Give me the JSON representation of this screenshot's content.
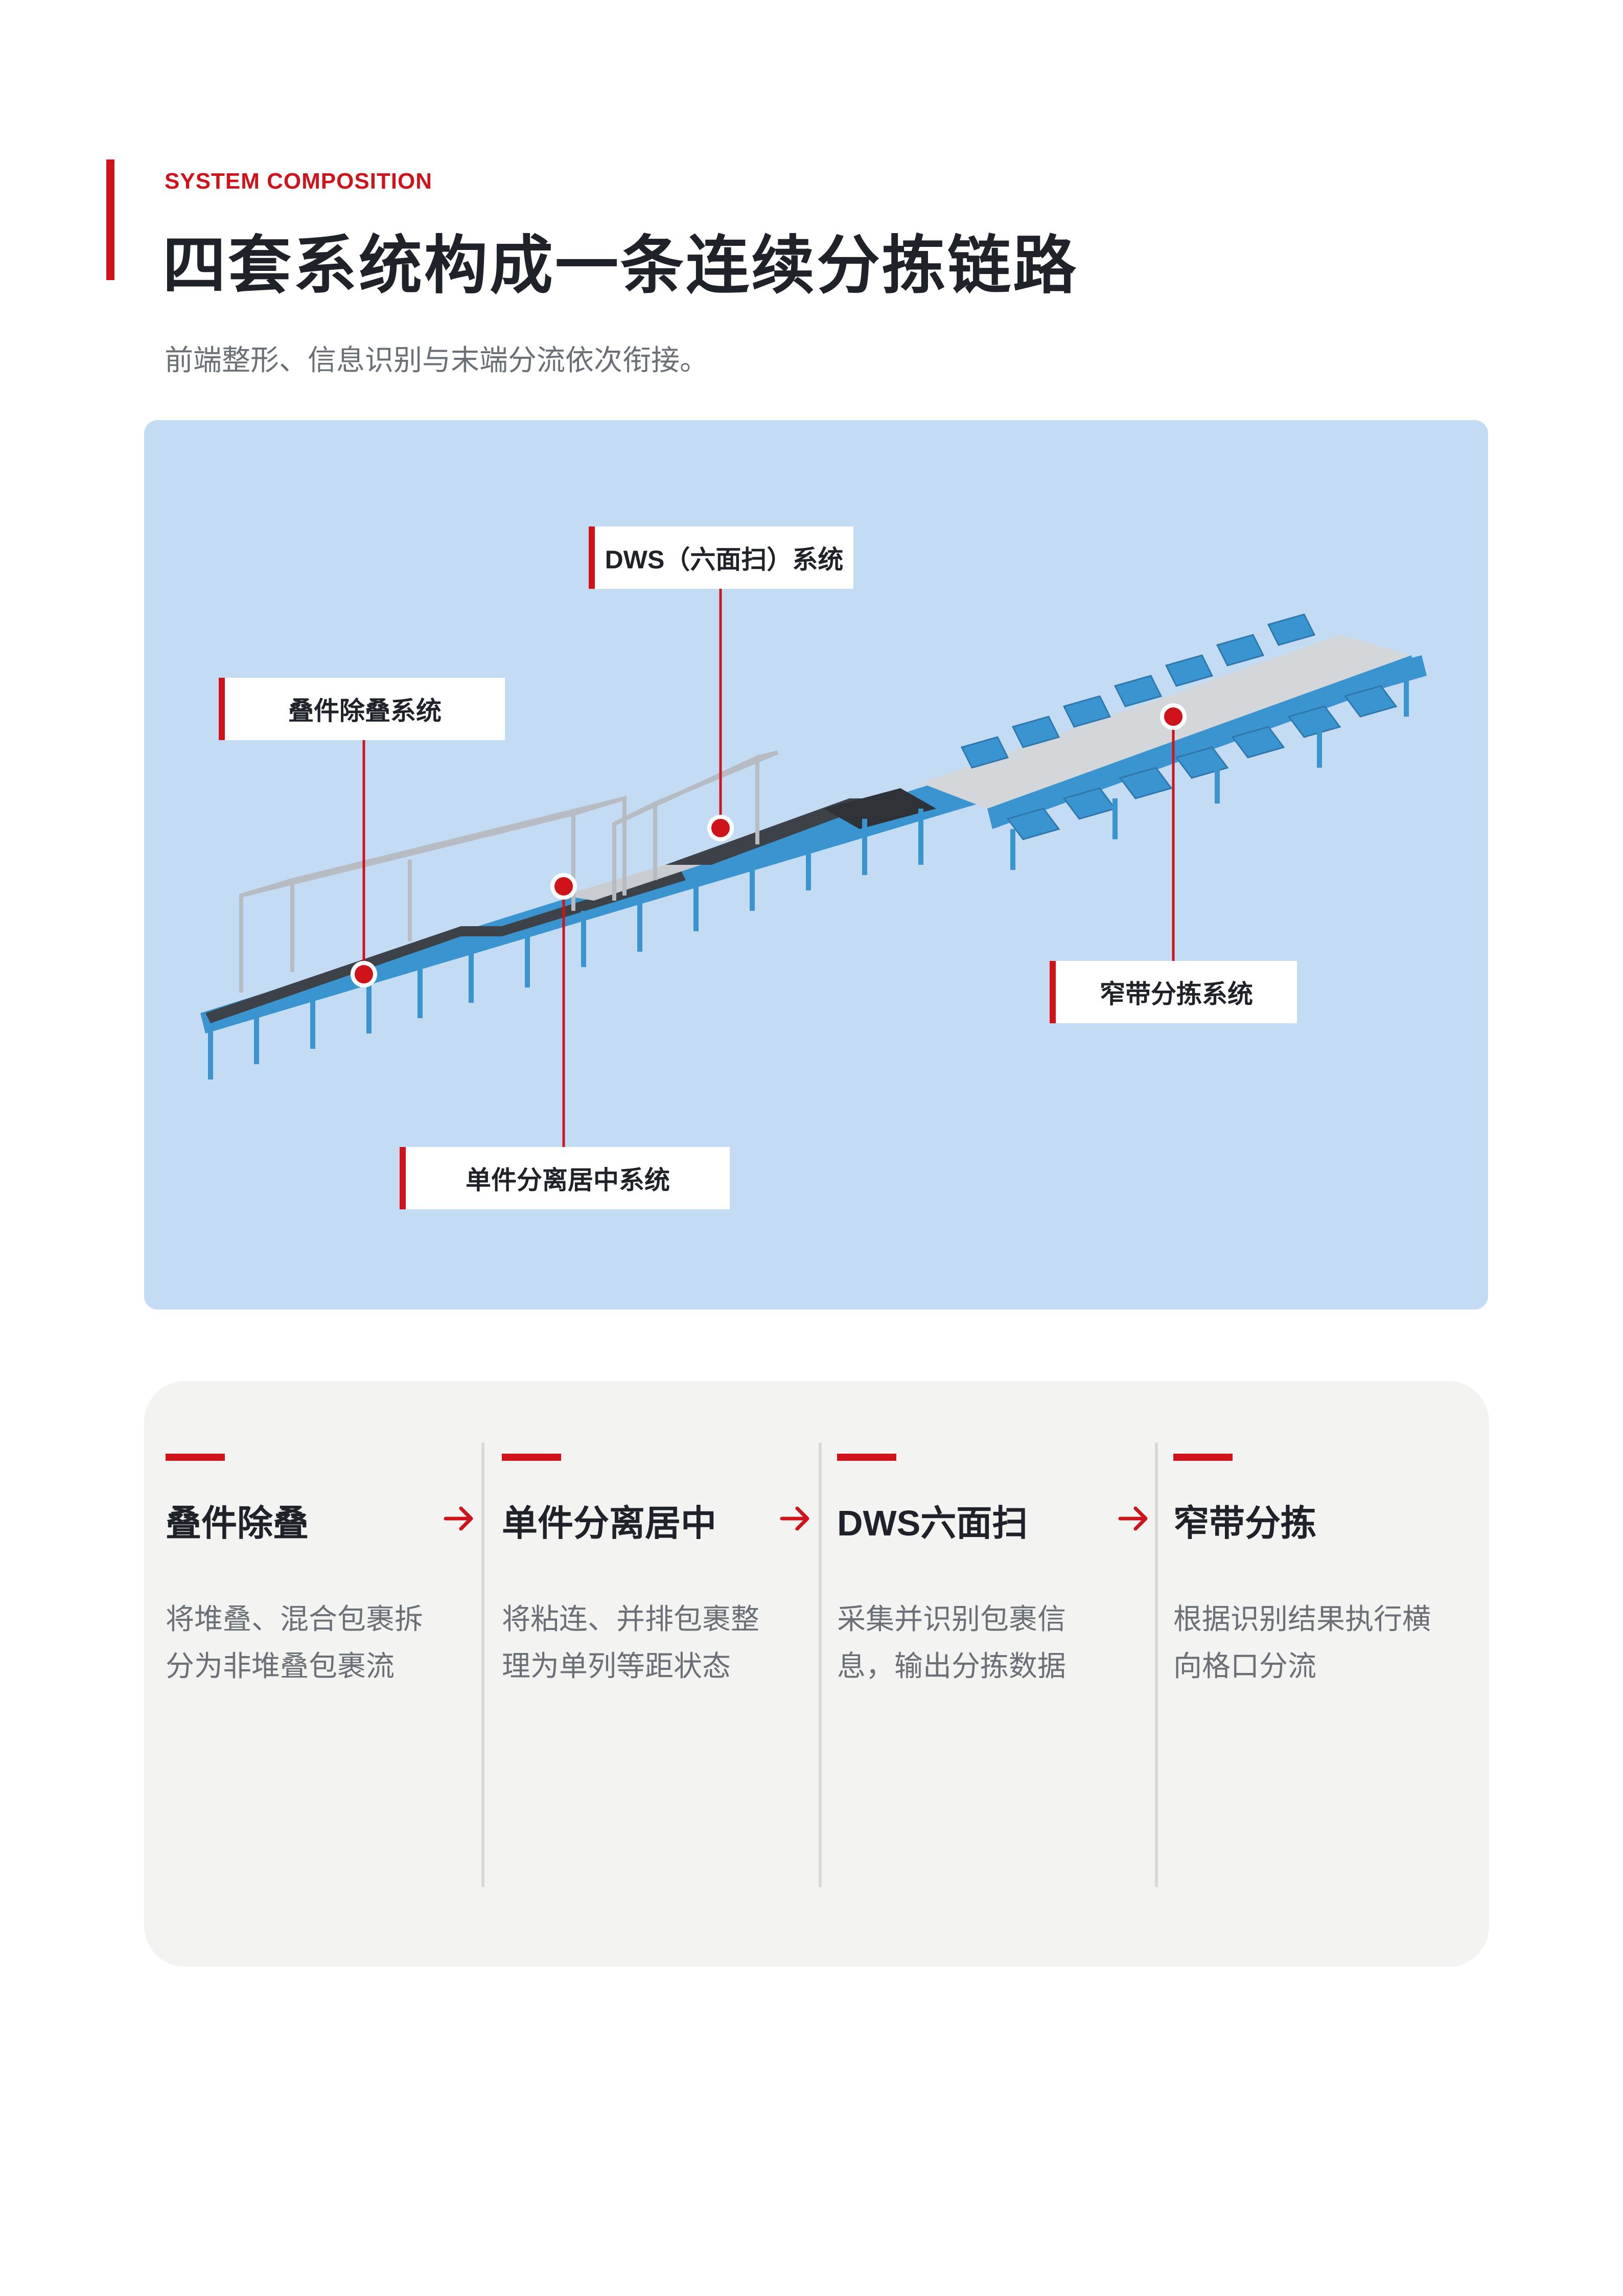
{
  "header": {
    "eyebrow": "SYSTEM COMPOSITION",
    "title": "四套系统构成一条连续分拣链路",
    "subtitle": "前端整形、信息识别与末端分流依次衔接。"
  },
  "diagram": {
    "callouts": {
      "dws": "DWS（六面扫）系统",
      "destack": "叠件除叠系统",
      "sorter": "窄带分拣系统",
      "singulation": "单件分离居中系统"
    }
  },
  "steps": [
    {
      "name": "叠件除叠",
      "desc": "将堆叠、混合包裹拆分为非堆叠包裹流"
    },
    {
      "name": "单件分离居中",
      "desc": "将粘连、并排包裹整理为单列等距状态"
    },
    {
      "name": "DWS六面扫",
      "desc": "采集并识别包裹信息，输出分拣数据"
    },
    {
      "name": "窄带分拣",
      "desc": "根据识别结果执行横向格口分流"
    }
  ],
  "colors": {
    "accent": "#d0121b",
    "hero_background": "#c4dcf3",
    "conveyor_frame": "#3c98d2",
    "panel_background": "#f3f3f2"
  }
}
